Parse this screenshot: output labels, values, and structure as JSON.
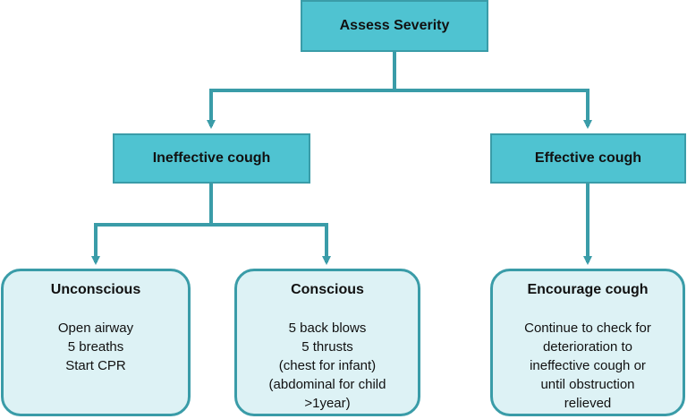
{
  "nodes": {
    "root": {
      "label": "Assess Severity"
    },
    "ineffective": {
      "label": "Ineffective cough"
    },
    "effective": {
      "label": "Effective cough"
    }
  },
  "cards": {
    "unconscious": {
      "title": "Unconscious",
      "lines": [
        "Open airway",
        "5 breaths",
        "Start CPR"
      ]
    },
    "conscious": {
      "title": "Conscious",
      "lines": [
        "5 back blows",
        "5 thrusts",
        "(chest for infant)",
        "(abdominal for child",
        ">1year)"
      ]
    },
    "encourage": {
      "title": "Encourage cough",
      "lines": [
        "Continue to check for",
        "deterioration to",
        "ineffective cough or",
        "until obstruction",
        "relieved"
      ]
    }
  },
  "colors": {
    "node_fill": "#4fc3d1",
    "card_fill": "#ddf2f5",
    "connector": "#3a9ca8"
  }
}
